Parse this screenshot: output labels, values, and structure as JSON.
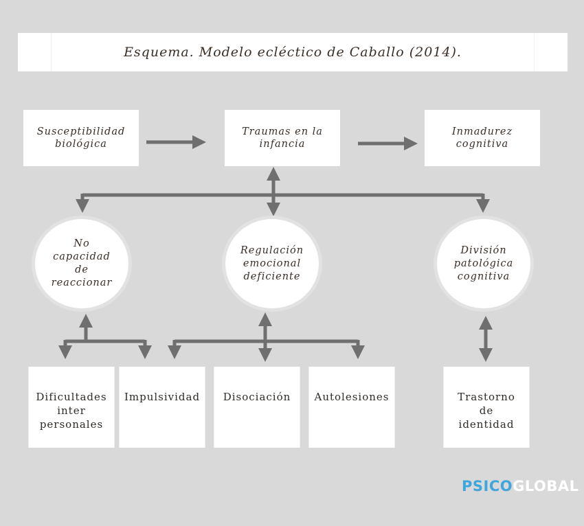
{
  "title": "Esquema. Modelo ecléctico de Caballo (2014).",
  "top_row": [
    {
      "label": "Susceptibilidad\nbiológica"
    },
    {
      "label": "Traumas en la\ninfancia"
    },
    {
      "label": "Inmadurez\ncognitiva"
    }
  ],
  "circles": [
    {
      "label": "No\ncapacidad\nde\nreaccionar"
    },
    {
      "label": "Regulación\nemocional\ndeficiente"
    },
    {
      "label": "División\npatológica\ncognitiva"
    }
  ],
  "bottom_row": [
    {
      "label": "Dificultades\ninter\npersonales"
    },
    {
      "label": "Impulsividad"
    },
    {
      "label": "Disociación"
    },
    {
      "label": "Autolesiones"
    },
    {
      "label": "Trastorno\nde\nidentidad"
    }
  ],
  "logo": {
    "part1": "PSICO",
    "part2": "GLOBAL"
  },
  "colors": {
    "background": "#d9d9d9",
    "arrow": "#6f6f6f",
    "box": "#ffffff",
    "logo_blue": "#3fa6dd"
  }
}
